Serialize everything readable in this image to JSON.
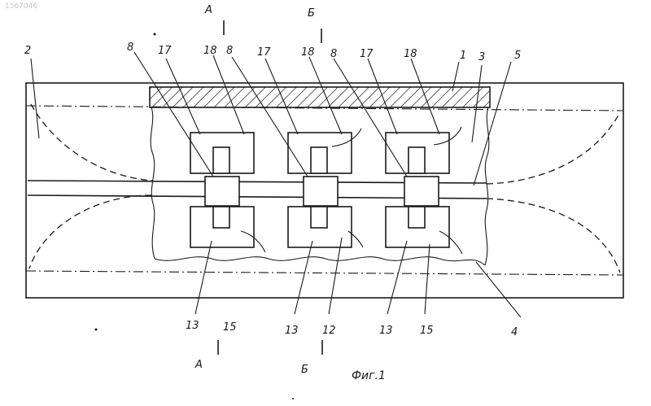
{
  "figure": {
    "watermark": "1567046",
    "caption": "Фиг.1",
    "section_marks": {
      "a_top": "А",
      "b_top": "Б",
      "a_bottom": "А",
      "b_bottom": "Б"
    },
    "top_labels": [
      "2",
      "8",
      "17",
      "18",
      "8",
      "17",
      "18",
      "8",
      "17",
      "18",
      "1",
      "3",
      "5"
    ],
    "bottom_labels": [
      "13",
      "15",
      "13",
      "12",
      "13",
      "15",
      "4"
    ]
  }
}
